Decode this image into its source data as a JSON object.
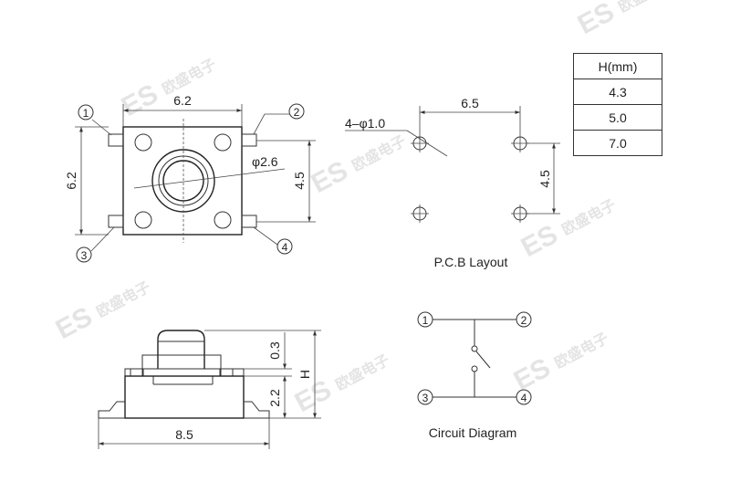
{
  "watermark": {
    "brand": "ES",
    "cjk": "欧盛电子"
  },
  "top_view": {
    "width_label": "6.2",
    "height_label": "6.2",
    "actuator_label": "φ2.6",
    "pitch_label": "4.5",
    "pins": [
      "1",
      "2",
      "3",
      "4"
    ]
  },
  "pcb_layout": {
    "title": "P.C.B Layout",
    "hole_label": "4–φ1.0",
    "h_pitch_label": "6.5",
    "v_pitch_label": "4.5"
  },
  "side_view": {
    "width_label": "8.5",
    "top_label": "0.3",
    "bottom_label": "2.2",
    "height_label": "H"
  },
  "height_table": {
    "header": "H(mm)",
    "values": [
      "4.3",
      "5.0",
      "7.0"
    ]
  },
  "circuit": {
    "title": "Circuit Diagram",
    "pins": [
      "1",
      "2",
      "3",
      "4"
    ]
  }
}
